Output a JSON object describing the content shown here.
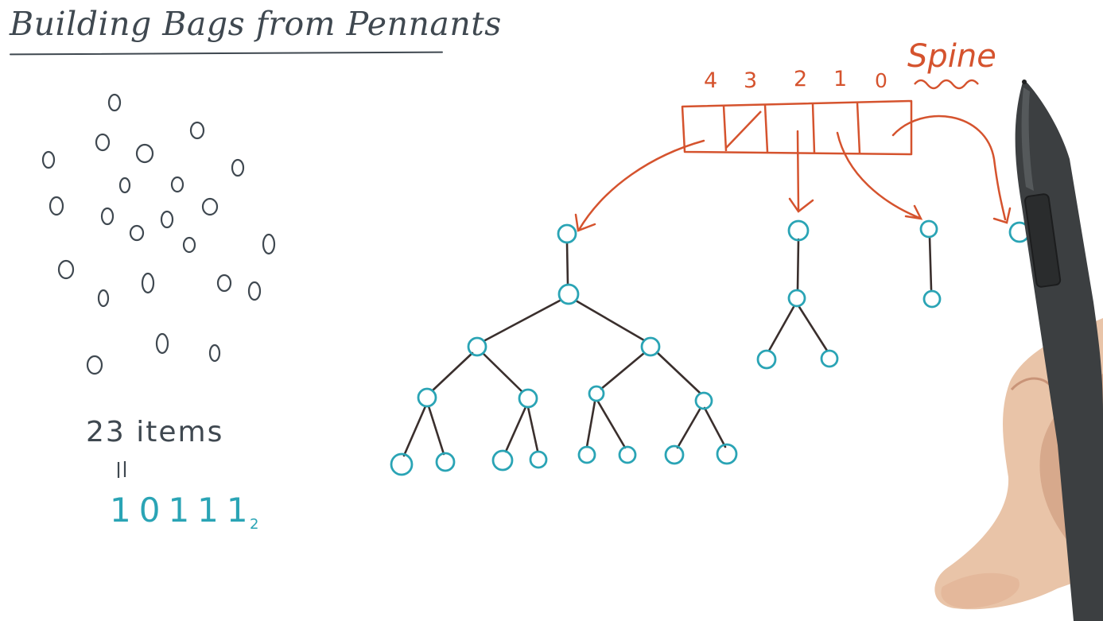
{
  "title": "Building Bags from Pennants",
  "items_count_label": "23 items",
  "equals_mark": "=",
  "binary": {
    "digits": "10111",
    "base": "2"
  },
  "spine": {
    "label": "Spine",
    "indices": [
      "4",
      "3",
      "2",
      "1",
      "0"
    ]
  },
  "colors": {
    "ink": "#3f4850",
    "tree_ink": "#3a2f2d",
    "node": "#2aa4b5",
    "spine": "#d5532e",
    "background": "#ffffff"
  },
  "pen": {
    "icon": "stylus-pen-icon"
  }
}
